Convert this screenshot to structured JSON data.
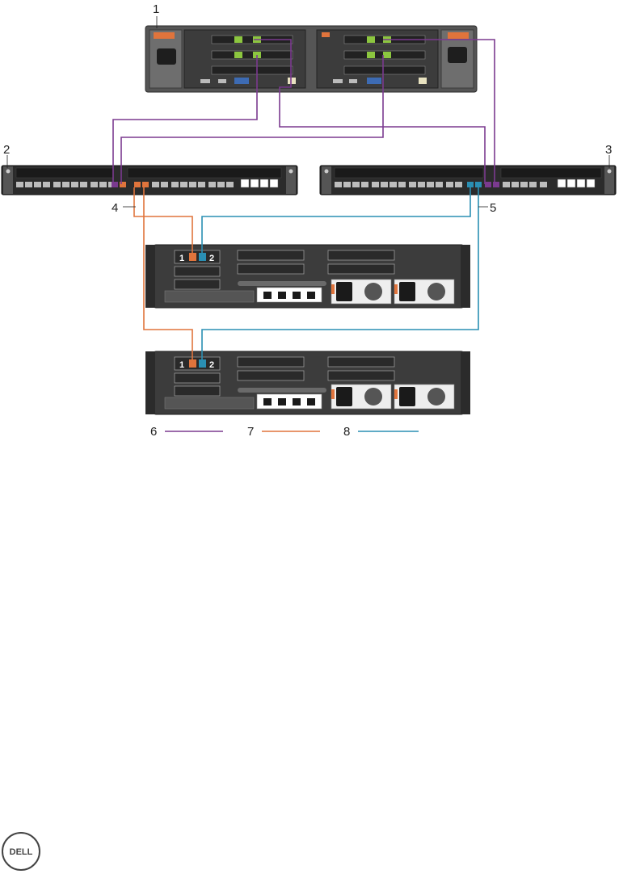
{
  "callouts": {
    "c1": "1",
    "c2": "2",
    "c3": "3",
    "c4": "4",
    "c5": "5",
    "c6": "6",
    "c7": "7",
    "c8": "8"
  },
  "port_labels": {
    "p1": "1",
    "p2": "2"
  },
  "logo": {
    "text": "DELL",
    "name": "dell-logo"
  },
  "colors": {
    "purple_cable": "#7b3a8f",
    "orange_cable": "#e0743c",
    "blue_cable": "#2a8fb3",
    "chassis": "#3c3c3c",
    "port_green": "#8cc63f"
  }
}
